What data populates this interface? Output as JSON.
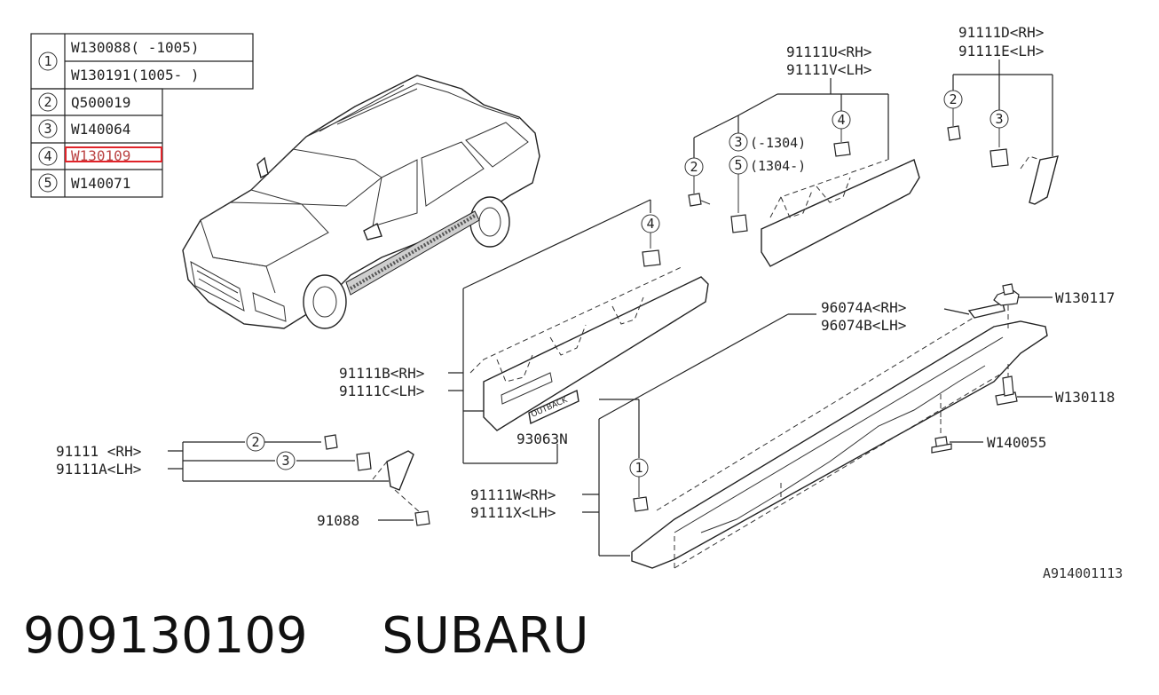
{
  "legend": {
    "rows": [
      {
        "num": "1",
        "codes": [
          "W130088(  -1005)",
          "W130191(1005-  )"
        ]
      },
      {
        "num": "2",
        "codes": [
          "Q500019"
        ]
      },
      {
        "num": "3",
        "codes": [
          "W140064"
        ]
      },
      {
        "num": "4",
        "codes": [
          "W130109"
        ],
        "highlighted": true
      },
      {
        "num": "5",
        "codes": [
          "W140071"
        ]
      }
    ],
    "highlight_color": "#e0242a"
  },
  "callouts": {
    "top_center": [
      "91111U<RH>",
      "91111V<LH>"
    ],
    "top_right": [
      "91111D<RH>",
      "91111E<LH>"
    ],
    "mid_left": [
      "91111B<RH>",
      "91111C<LH>"
    ],
    "rocker": [
      "91111W<RH>",
      "91111X<LH>"
    ],
    "front_left": [
      "91111 <RH>",
      "91111A<LH>"
    ],
    "mudflap": [
      "96074A<RH>",
      "96074B<LH>"
    ],
    "emblem": "93063N",
    "emblem_text": "OUTBACK",
    "clip_91088": "91088",
    "w130117": "W130117",
    "w130118": "W130118",
    "w140055": "W140055",
    "note_3": "(-1304)",
    "note_5": "(1304-)"
  },
  "markers": {
    "one": "1",
    "two": "2",
    "three": "3",
    "four": "4",
    "five": "5"
  },
  "reference_code": "A914001113",
  "caption": {
    "part_number": "909130109",
    "brand": "SUBARU"
  }
}
